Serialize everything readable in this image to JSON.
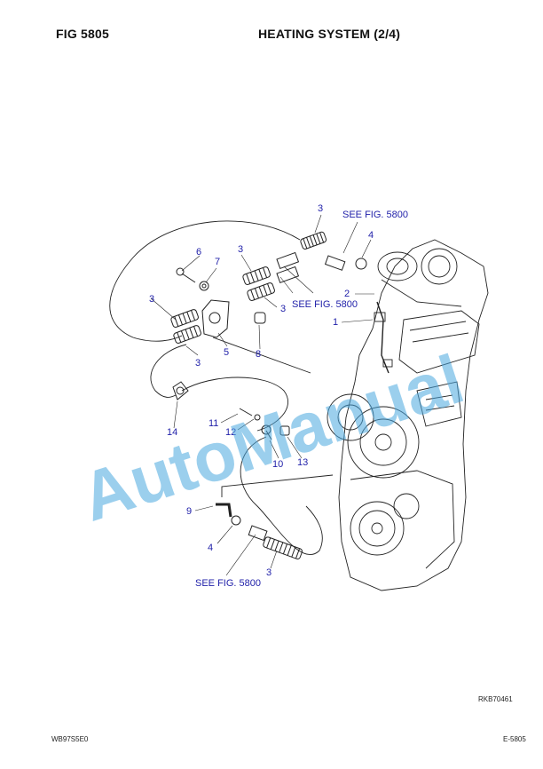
{
  "header": {
    "fig_label": "FIG   5805",
    "title": "HEATING SYSTEM (2/4)"
  },
  "callouts": {
    "c3a": "3",
    "c3b": "3",
    "c3c": "3",
    "c3d": "3",
    "c3e": "3",
    "c3f": "3",
    "c4a": "4",
    "c4b": "4",
    "c1": "1",
    "c2": "2",
    "c5": "5",
    "c6": "6",
    "c7": "7",
    "c8": "8",
    "c9": "9",
    "c10": "10",
    "c11": "11",
    "c12": "12",
    "c13": "13",
    "c14": "14",
    "see1": "SEE FIG. 5800",
    "see2": "SEE FIG. 5800",
    "see3": "SEE FIG. 5800"
  },
  "watermark": "AutoManual",
  "drawing_ref": "RKB70461",
  "footer": {
    "left": "WB97S5E0",
    "right": "E-5805"
  }
}
